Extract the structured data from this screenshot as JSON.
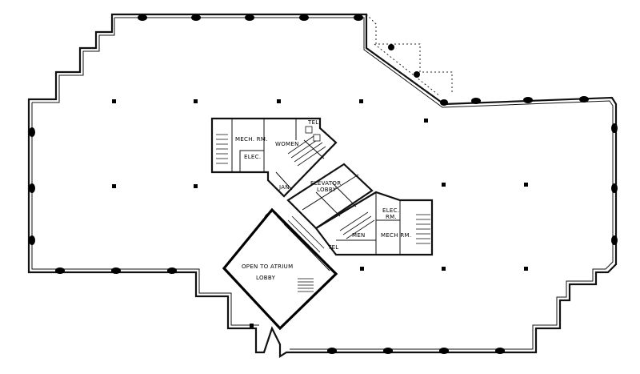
{
  "labels": {
    "mech_rm_left": "MECH. RM.",
    "women": "WOMEN",
    "tel_top": "TEL",
    "elec_left": "ELEC.",
    "jan": "JAN.",
    "elevator": "ELEVATOR",
    "lobby_elev": "LOBBY",
    "elec_right": "ELEC.",
    "rm_right": "RM.",
    "men": "MEN",
    "mech_rm_right": "MECH RM.",
    "tel_bottom": "TEL",
    "atrium": "OPEN TO ATRIUM",
    "lobby_atrium": "LOBBY"
  },
  "colors": {
    "ink": "#111111",
    "paper": "#ffffff"
  }
}
